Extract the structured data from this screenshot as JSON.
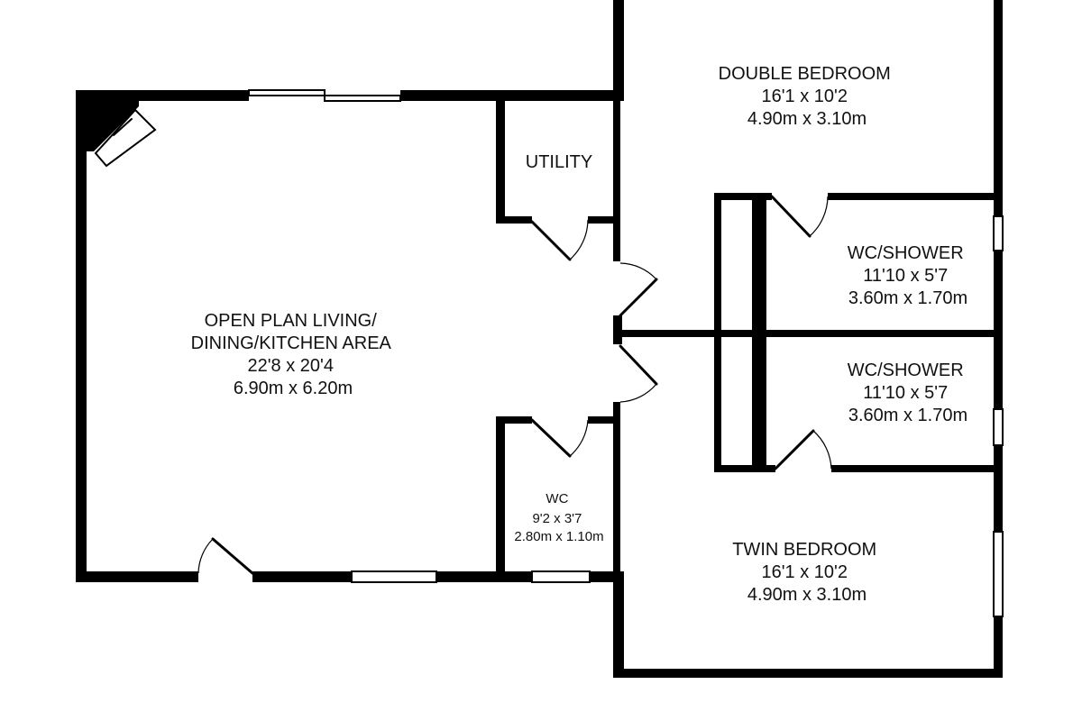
{
  "floor_plan": {
    "rooms": [
      {
        "id": "living",
        "lines": [
          "OPEN PLAN LIVING/",
          "DINING/KITCHEN AREA",
          "22'8 x 20'4",
          "6.90m x 6.20m"
        ]
      },
      {
        "id": "utility",
        "lines": [
          "UTILITY"
        ]
      },
      {
        "id": "double-bedroom",
        "lines": [
          "DOUBLE BEDROOM",
          "16'1 x 10'2",
          "4.90m x 3.10m"
        ]
      },
      {
        "id": "wc-shower-1",
        "lines": [
          "WC/SHOWER",
          "11'10 x 5'7",
          "3.60m x 1.70m"
        ]
      },
      {
        "id": "wc-shower-2",
        "lines": [
          "WC/SHOWER",
          "11'10 x 5'7",
          "3.60m x 1.70m"
        ]
      },
      {
        "id": "wc",
        "lines": [
          "WC",
          "9'2 x 3'7",
          "2.80m x 1.10m"
        ]
      },
      {
        "id": "twin-bedroom",
        "lines": [
          "TWIN BEDROOM",
          "16'1 x 10'2",
          "4.90m x 3.10m"
        ]
      }
    ],
    "colors": {
      "wall": "#000000",
      "background": "#ffffff",
      "text": "#111111"
    }
  }
}
